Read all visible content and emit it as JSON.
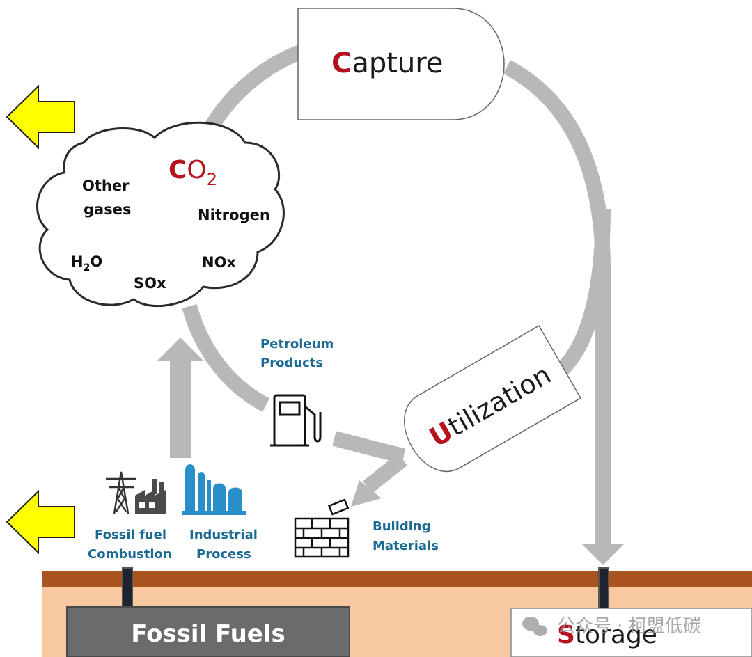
{
  "diagram": {
    "capture": {
      "initial": "C",
      "rest": "apture"
    },
    "utilization": {
      "initial": "U",
      "rest": "tilization"
    },
    "storage": {
      "initial": "S",
      "rest": "torage"
    },
    "fossil_fuels": "Fossil Fuels",
    "cloud": {
      "co2_initial": "C",
      "co2_rest": "O",
      "co2_subscript": "2",
      "other_gases_line1": "Other",
      "other_gases_line2": "gases",
      "nitrogen": "Nitrogen",
      "h2o_h": "H",
      "h2o_sub": "2",
      "h2o_o": "O",
      "sox": "SOx",
      "nox": "NOx"
    },
    "petroleum_products": [
      "Petroleum",
      "Products"
    ],
    "building_materials": [
      "Building",
      "Materials"
    ],
    "fossil_fuel_combustion": [
      "Fossil fuel",
      "Combustion"
    ],
    "industrial_process": [
      "Industrial",
      "Process"
    ],
    "watermark": "公众号 · 柯盟低碳"
  },
  "colors": {
    "flow_arrow": "#b8b8b8",
    "emphasis_red": "#b4121e",
    "label_blue": "#1a6a94",
    "yellow_arrow": "#ffff00",
    "ground_dark": "#a9531e",
    "ground_light": "#f8c9a0",
    "fossil_box": "#6b6b6b",
    "industrial_icon": "#2a8fc8"
  },
  "icons": [
    "power-tower-icon",
    "factory-icon",
    "refinery-icon",
    "fuel-pump-icon",
    "brick-wall-icon",
    "wechat-icon"
  ]
}
